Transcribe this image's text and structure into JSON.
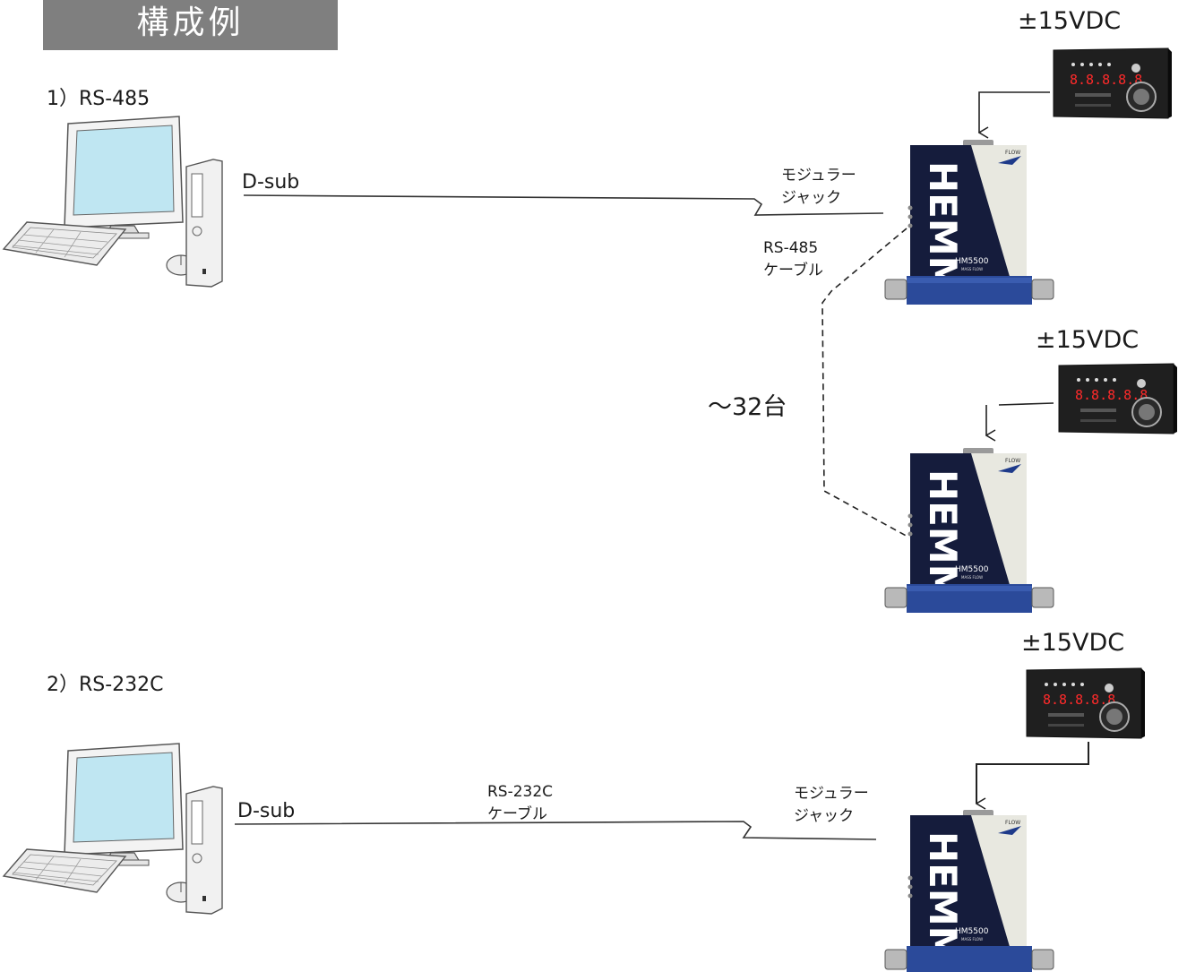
{
  "title": "構成例",
  "sections": [
    {
      "label": "1）RS-485"
    },
    {
      "label": "2）RS-232C"
    }
  ],
  "labels": {
    "dsub": "D-sub",
    "jack_line1": "モジュラー",
    "jack_line2": "ジャック",
    "rs485_cable_line1": "RS-485",
    "rs485_cable_line2": "ケーブル",
    "rs232c_cable_line1": "RS-232C",
    "rs232c_cable_line2": "ケーブル",
    "power": "±15VDC",
    "count": "～32台"
  },
  "device": {
    "brand": "HEMMI",
    "model": "HM5500",
    "subtitle": "MASS FLOW",
    "flow_tag": "FLOW"
  },
  "power_unit": {
    "display": "8.8.8.8.8"
  }
}
